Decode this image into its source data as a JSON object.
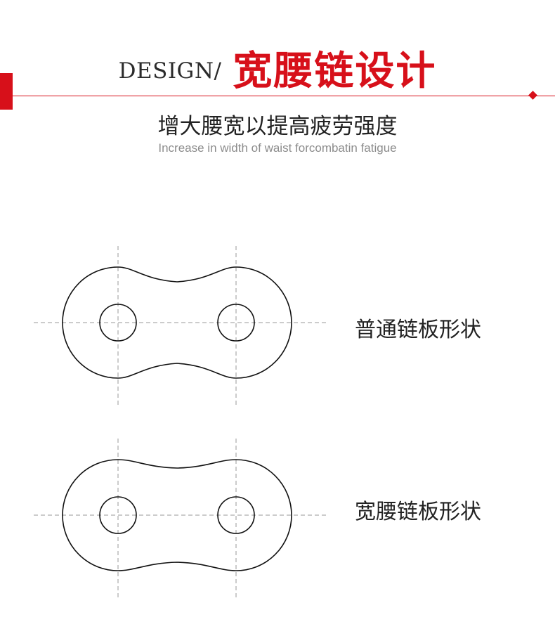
{
  "header": {
    "design_word": "DESIGN/",
    "title": "宽腰链设计",
    "subtitle": "增大腰宽以提高疲劳强度",
    "subtitle_en": "Increase in width of waist forcombatin fatigue"
  },
  "diagrams": [
    {
      "label": "普通链板形状",
      "waist": "narrow"
    },
    {
      "label": "宽腰链板形状",
      "waist": "wide"
    }
  ],
  "colors": {
    "accent": "#d7101a",
    "outline": "#111111",
    "centerline": "#999999"
  }
}
